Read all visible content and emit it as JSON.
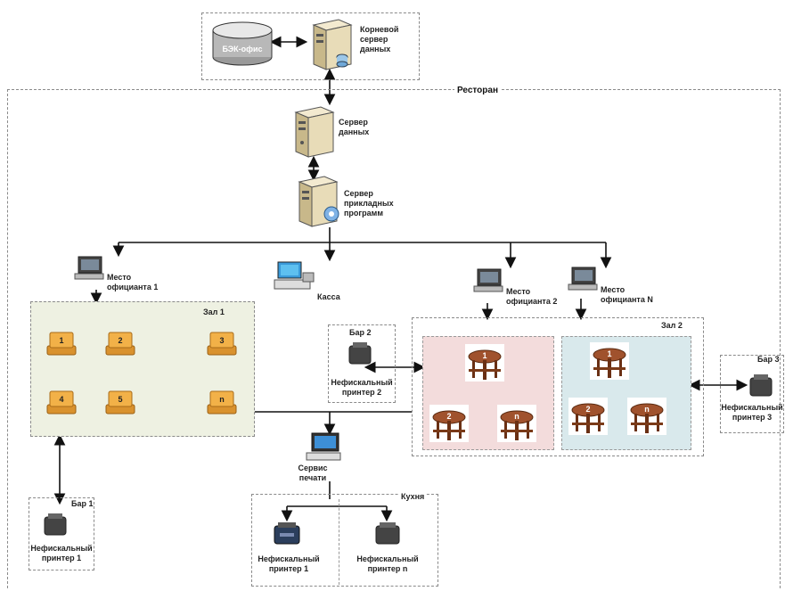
{
  "office": {
    "db_label": "БЭК-офис",
    "root_server": "Корневой сервер данных"
  },
  "restaurant": {
    "title": "Ресторан",
    "data_server": "Сервер данных",
    "app_server": "Сервер прикладных программ",
    "cashier": "Касса",
    "waiter_1": "Место официанта 1",
    "waiter_2": "Место официанта 2",
    "waiter_n": "Место официанта N",
    "print_service": "Сервис печати"
  },
  "hall1": {
    "title": "Зал 1",
    "tables": [
      "1",
      "2",
      "3",
      "4",
      "5",
      "n"
    ]
  },
  "hall2": {
    "title": "Зал 2",
    "tables_left": [
      "1",
      "2",
      "n"
    ],
    "tables_right": [
      "1",
      "2",
      "n"
    ]
  },
  "bars": {
    "bar1": {
      "title": "Бар 1",
      "printer": "Нефискальный принтер 1"
    },
    "bar2": {
      "title": "Бар 2",
      "printer": "Нефискальный принтер 2"
    },
    "bar3": {
      "title": "Бар 3",
      "printer": "Нефискальный принтер 3"
    }
  },
  "kitchen": {
    "title": "Кухня",
    "printer_1": "Нефискальный принтер 1",
    "printer_n": "Нефискальный принтер n"
  },
  "colors": {
    "hall1_bg": "#eef1e2",
    "hall2_left_bg": "#f3dcdc",
    "hall2_right_bg": "#d9e9ec",
    "server_body": "#e8dcb8",
    "table_chair": "#f2b148",
    "round_table": "#a0522d"
  }
}
